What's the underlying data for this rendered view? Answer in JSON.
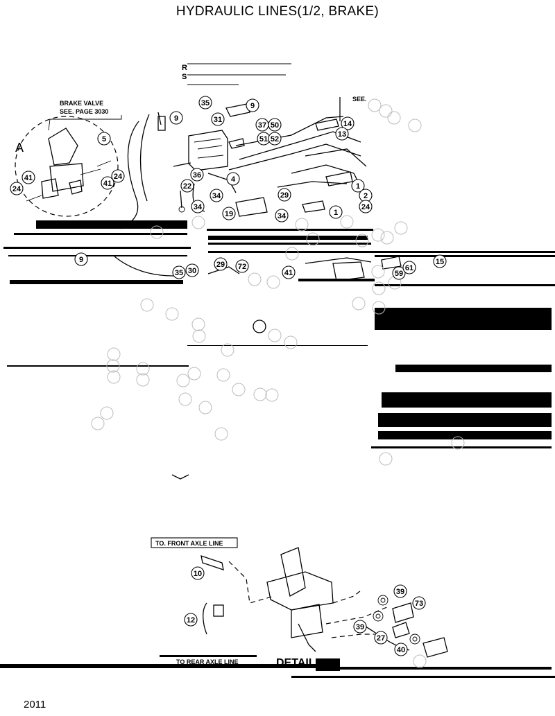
{
  "title": "HYDRAULIC LINES(1/2, BRAKE)",
  "page_number": "2011",
  "detail_marker": "A",
  "labels": {
    "brake_valve_line1": "BRAKE  VALVE",
    "brake_valve_line2": "SEE. PAGE 3030",
    "see_fragment": "SEE.",
    "front_axle": "TO. FRONT AXLE LINE",
    "rear_axle": "TO  REAR  AXLE  LINE",
    "detail": "DETAIL",
    "side_r": "R",
    "side_s": "S"
  },
  "callouts_top": [
    "9",
    "35",
    "9",
    "31",
    "37",
    "50",
    "51",
    "52",
    "14",
    "13",
    "5",
    "36",
    "4",
    "1",
    "2",
    "24",
    "41",
    "24",
    "41",
    "24",
    "22",
    "34",
    "34",
    "29",
    "19",
    "34",
    "1",
    "30",
    "29",
    "72",
    "41",
    "59",
    "61",
    "15",
    "35",
    "9"
  ],
  "callouts_bottom": [
    "10",
    "12",
    "39",
    "73",
    "39",
    "27",
    "40"
  ]
}
